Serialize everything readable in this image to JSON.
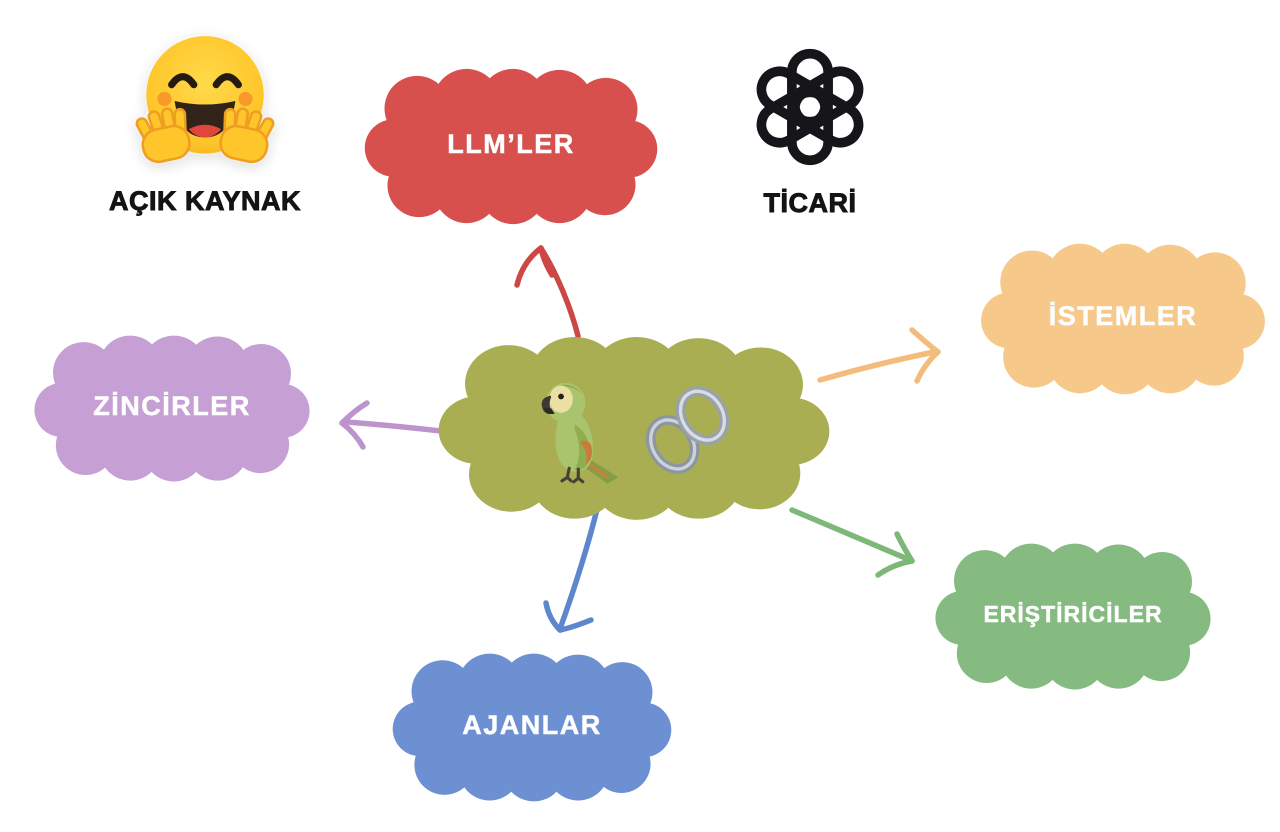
{
  "canvas": {
    "background_color": "#ffffff"
  },
  "annotations": {
    "open_source": {
      "label": "AÇIK KAYNAK",
      "icon": "hugging-face-emoji"
    },
    "commercial": {
      "label": "TİCARİ",
      "icon": "openai-logo"
    }
  },
  "center": {
    "id": "langchain",
    "icons": [
      "parrot-emoji",
      "chain-link-emoji"
    ],
    "color": "#a9ae52"
  },
  "nodes": [
    {
      "id": "llms",
      "label": "LLM’LER",
      "color": "#d8504d",
      "text_color": "#ffffff"
    },
    {
      "id": "prompts",
      "label": "İSTEMLER",
      "color": "#f6c98b",
      "text_color": "#ffffff"
    },
    {
      "id": "chains",
      "label": "ZİNCİRLER",
      "color": "#c6a0d4",
      "text_color": "#ffffff"
    },
    {
      "id": "retrievers",
      "label": "ERİŞTİRİCİLER",
      "color": "#85ba80",
      "text_color": "#ffffff"
    },
    {
      "id": "agents",
      "label": "AJANLAR",
      "color": "#6d90d2",
      "text_color": "#ffffff"
    }
  ],
  "arrows": [
    {
      "to": "llms",
      "color": "#cc4745"
    },
    {
      "to": "prompts",
      "color": "#f4bc7c"
    },
    {
      "to": "chains",
      "color": "#bd93cb"
    },
    {
      "to": "retrievers",
      "color": "#7db878"
    },
    {
      "to": "agents",
      "color": "#5e86cc"
    }
  ]
}
